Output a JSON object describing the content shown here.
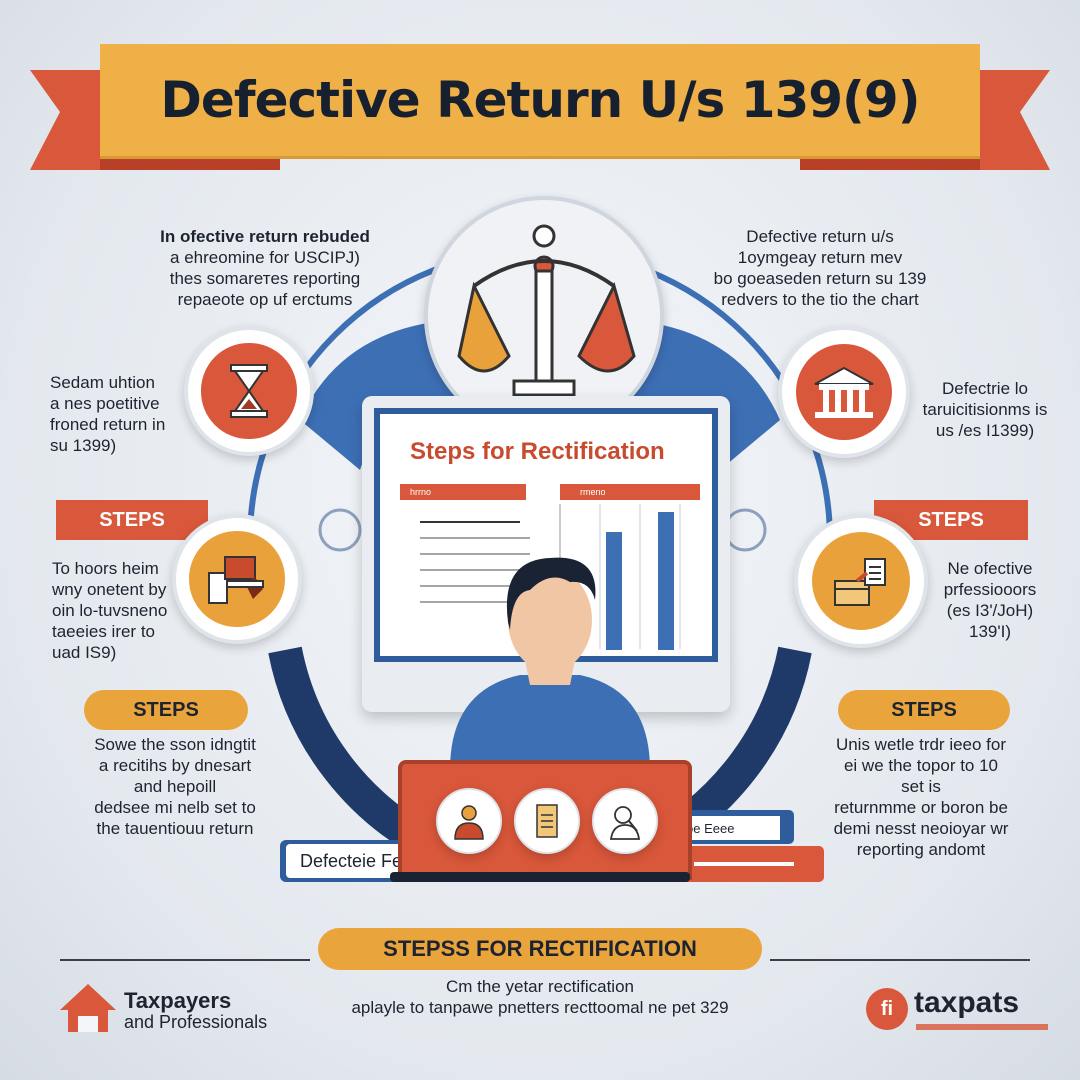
{
  "banner": {
    "title": "Defective Return U/s 139(9)"
  },
  "blocks": {
    "top_left": [
      "In ofective return rebuded",
      "a ehreomine for USCIPJ)",
      "thes somarетes reporting",
      "repaeote op uf erctums"
    ],
    "top_right": [
      "Defective return u/s",
      "1oymgeay return mev",
      "bo goeaseden return su 139",
      "redvers to the tio the chart"
    ],
    "mid_left": [
      "Sedam uhtion",
      "a nes poetitive",
      "froned return in",
      "su 1399)"
    ],
    "mid_right": [
      "Defectrie lo",
      "taruicitisionms is",
      "us /es I1399)"
    ],
    "steps_left_1": [
      "To hoors heim",
      "wny onetent by",
      "oin lo-tuvsnenо",
      "taeeies irer to",
      "uad IS9)"
    ],
    "steps_right_1": [
      "Ne ofective",
      "prfessiooors",
      "(es I3'/JoH)",
      "139'I)"
    ],
    "steps_left_2": [
      "Sowe the sson idngtit",
      "a recitihs by dnesart",
      "and hepoill",
      "dedsee mi nelb set to",
      "the tauentiouu return"
    ],
    "steps_right_2": [
      "Unis wetle trdr ieeo for",
      "ei we the topor to 10",
      "set is",
      "returnmme or boron be",
      "demi nesst neoioyar wr",
      "reporting andomt"
    ]
  },
  "steps_labels": {
    "left_red": "STEPS",
    "right_red": "STEPS",
    "left_gold": "STEPS",
    "right_gold": "STEPS"
  },
  "screen": {
    "title": "Steps for Rectification",
    "tab1": "hrrno",
    "tab2": "rmeno"
  },
  "desk": {
    "tag_left": "Defecteie Fe",
    "tag_right": "oe Eeee"
  },
  "bottom": {
    "title": "STEPSS FOR RECTIFICATION",
    "line1": "Cm the yetar rectification",
    "line2": "aplayle to tanpawe pnetters recttoomal ne pet 329"
  },
  "logo_left": {
    "line1": "Taxpayers",
    "line2": "and Professionals"
  },
  "logo_right": {
    "name": "taxpats",
    "mark": "fi"
  },
  "colors": {
    "orange": "#d9573a",
    "gold": "#eaa43c",
    "navy": "#1f3a68",
    "blue": "#3d6fb5"
  },
  "icons": [
    "scale-icon",
    "hourglass-icon",
    "courthouse-icon",
    "documents-icon",
    "clipboard-icon",
    "professional-icon",
    "file-icon",
    "inspector-icon"
  ]
}
